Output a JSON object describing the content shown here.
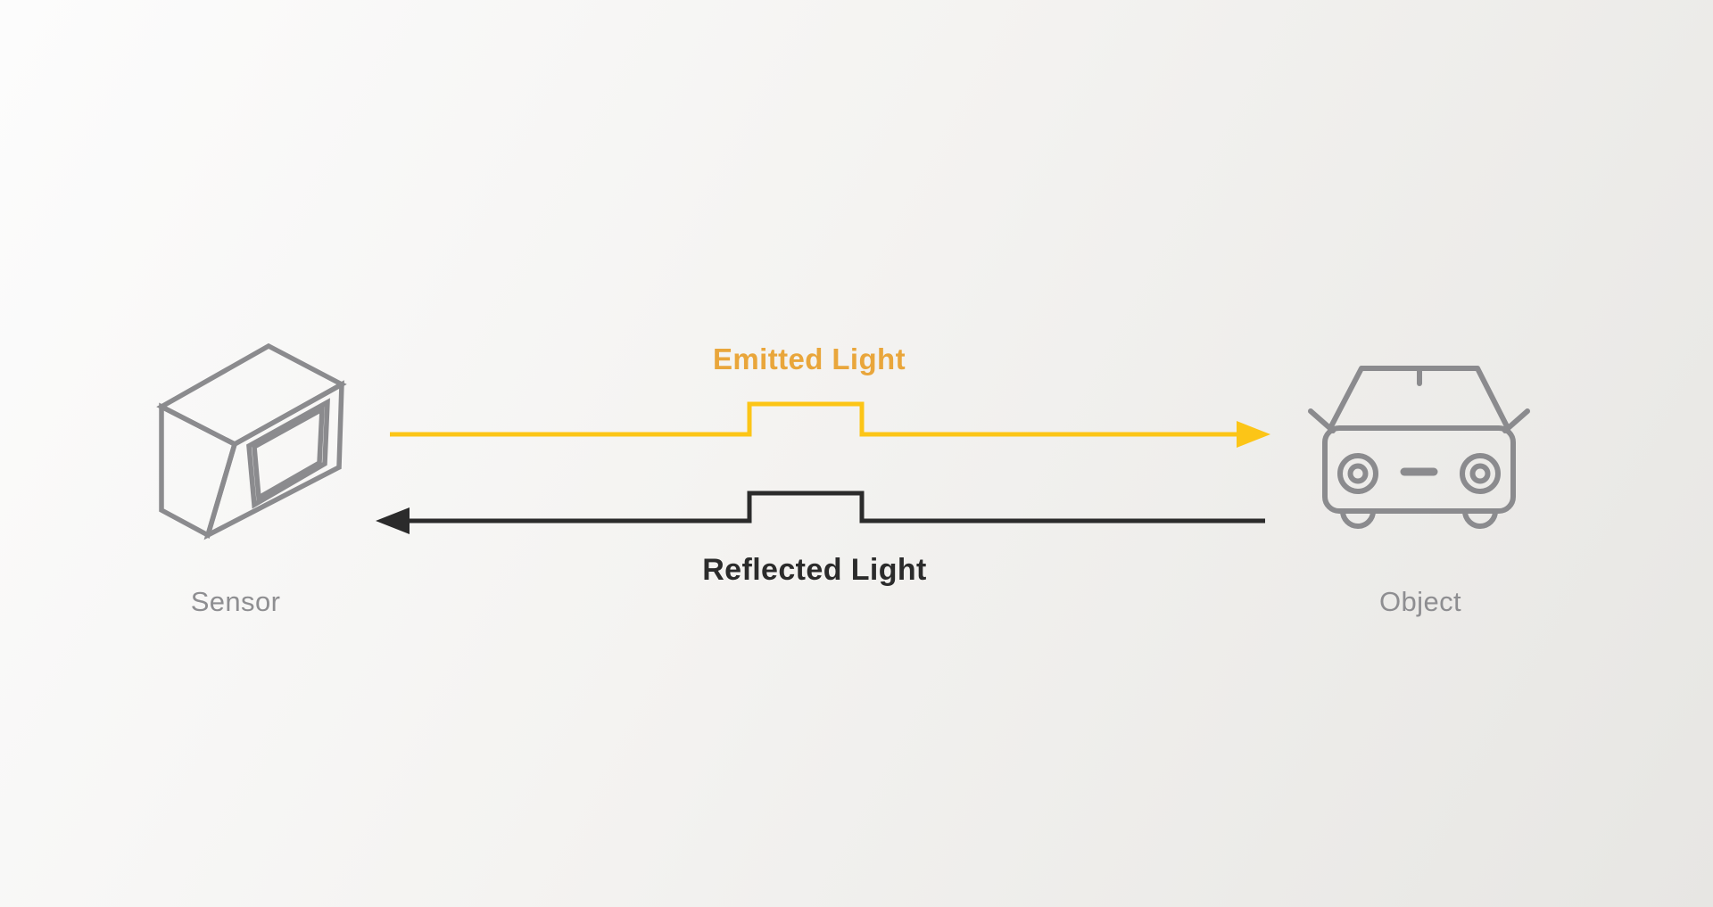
{
  "labels": {
    "emitted": "Emitted Light",
    "reflected": "Reflected Light",
    "sensor": "Sensor",
    "object": "Object"
  },
  "icons": {
    "left": "lidar-sensor-box-icon",
    "right": "car-front-icon"
  },
  "colors": {
    "emitted_text": "#E9A63B",
    "emitted_line": "#FCC517",
    "reflected_text": "#2B2B2B",
    "reflected_line": "#2B2B2B",
    "icon_stroke": "#8B8B8E",
    "label_text": "#8E8E91",
    "background_top": "#FCFCFC",
    "background_bottom": "#E7E6E3"
  }
}
